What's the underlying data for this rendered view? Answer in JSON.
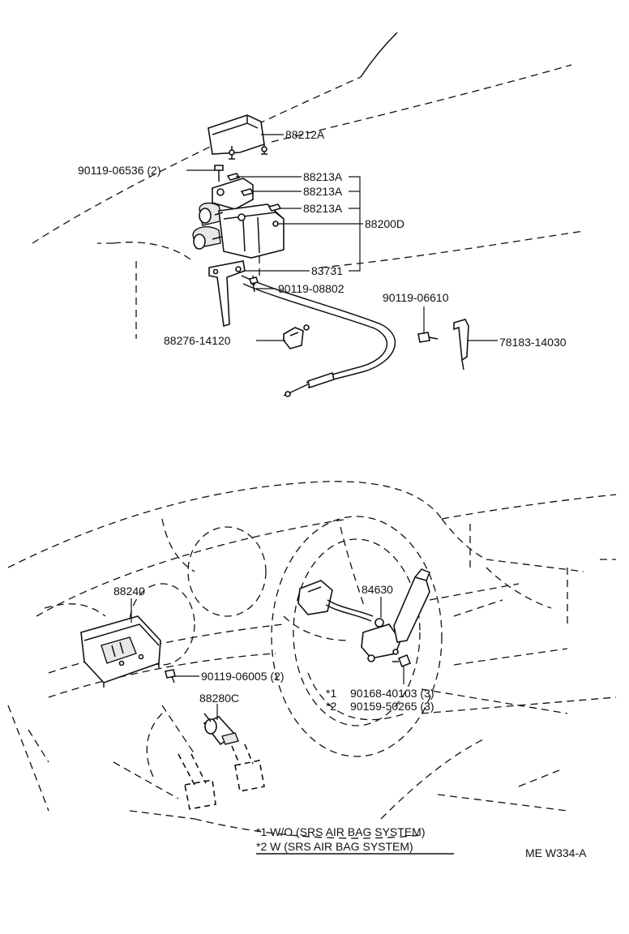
{
  "figure_code": "ME W334-A",
  "callouts": {
    "cover": "88212A",
    "cover_bolt": "90119-06536 (2)",
    "clip_1": "88213A",
    "clip_2": "88213A",
    "clip_3": "88213A",
    "actuator": "88200D",
    "cable": "83731",
    "actuator_bolt": "90119-08802",
    "bracket": "88276-14120",
    "bolt_right": "90119-06610",
    "sensor_bracket": "78183-14030",
    "computer": "88240",
    "computer_bolt": "90119-06005 (2)",
    "stop_switch": "88280C",
    "main_switch": "84630",
    "screw_wo": "90168-40103 (3)",
    "screw_w": "90159-50265 (3)"
  },
  "notes": {
    "mark_1": "*1",
    "mark_2": "*2",
    "note_1": "*1 W/O (SRS AIR BAG SYSTEM)",
    "note_2": "*2 W (SRS AIR BAG SYSTEM)"
  }
}
